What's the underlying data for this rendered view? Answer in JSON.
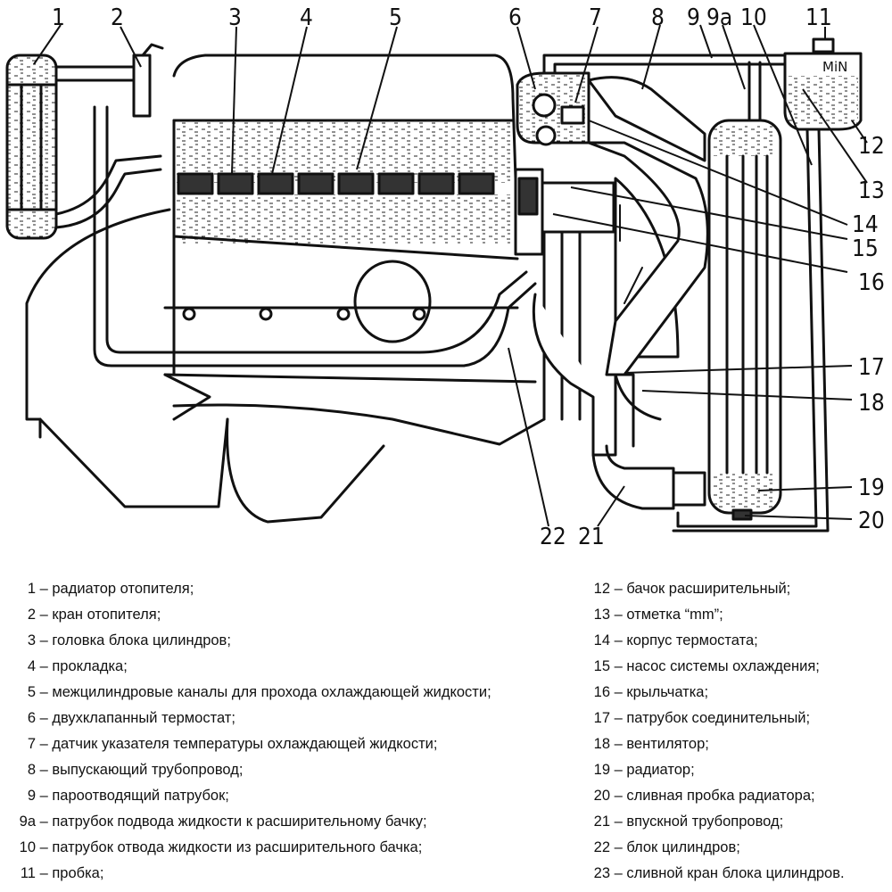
{
  "diagram": {
    "callouts": [
      "1",
      "2",
      "3",
      "4",
      "5",
      "6",
      "7",
      "8",
      "9",
      "9a",
      "10",
      "11",
      "12",
      "13",
      "14",
      "15",
      "16",
      "17",
      "18",
      "19",
      "20",
      "22",
      "21"
    ],
    "tank_mark": "MiN"
  },
  "legend": {
    "left": [
      {
        "num": "1",
        "text": " – радиатор отопителя;"
      },
      {
        "num": "2",
        "text": " – кран отопителя;"
      },
      {
        "num": "3",
        "text": " – головка блока цилиндров;"
      },
      {
        "num": "4",
        "text": " – прокладка;"
      },
      {
        "num": "5",
        "text": " – межцилиндровые каналы для прохода охлаждающей жидкости;"
      },
      {
        "num": "6",
        "text": " – двухклапанный термостат;"
      },
      {
        "num": "7",
        "text": " – датчик указателя температуры охлаждающей жидкости;"
      },
      {
        "num": "8",
        "text": " – выпускающий трубопровод;"
      },
      {
        "num": "9",
        "text": " – пароотводящий патрубок;"
      },
      {
        "num": "9а",
        "text": " – патрубок подвода жидкости к расширительному бачку;"
      },
      {
        "num": "10",
        "text": " – патрубок отвода жидкости из расширительного бачка;"
      },
      {
        "num": "11",
        "text": " – пробка;"
      }
    ],
    "right": [
      {
        "num": "12",
        "text": " – бачок расширительный;"
      },
      {
        "num": "13",
        "text": " – отметка “mm”;"
      },
      {
        "num": "14",
        "text": " – корпус термостата;"
      },
      {
        "num": "15",
        "text": " – насос системы охлаждения;"
      },
      {
        "num": "16",
        "text": " – крыльчатка;"
      },
      {
        "num": "17",
        "text": " – патрубок соединительный;"
      },
      {
        "num": "18",
        "text": " – вентилятор;"
      },
      {
        "num": "19",
        "text": " – радиатор;"
      },
      {
        "num": "20",
        "text": " – сливная пробка радиатора;"
      },
      {
        "num": "21",
        "text": " – впускной трубопровод;"
      },
      {
        "num": "22",
        "text": " – блок цилиндров;"
      },
      {
        "num": "23",
        "text": " – сливной кран блока цилиндров."
      }
    ]
  }
}
